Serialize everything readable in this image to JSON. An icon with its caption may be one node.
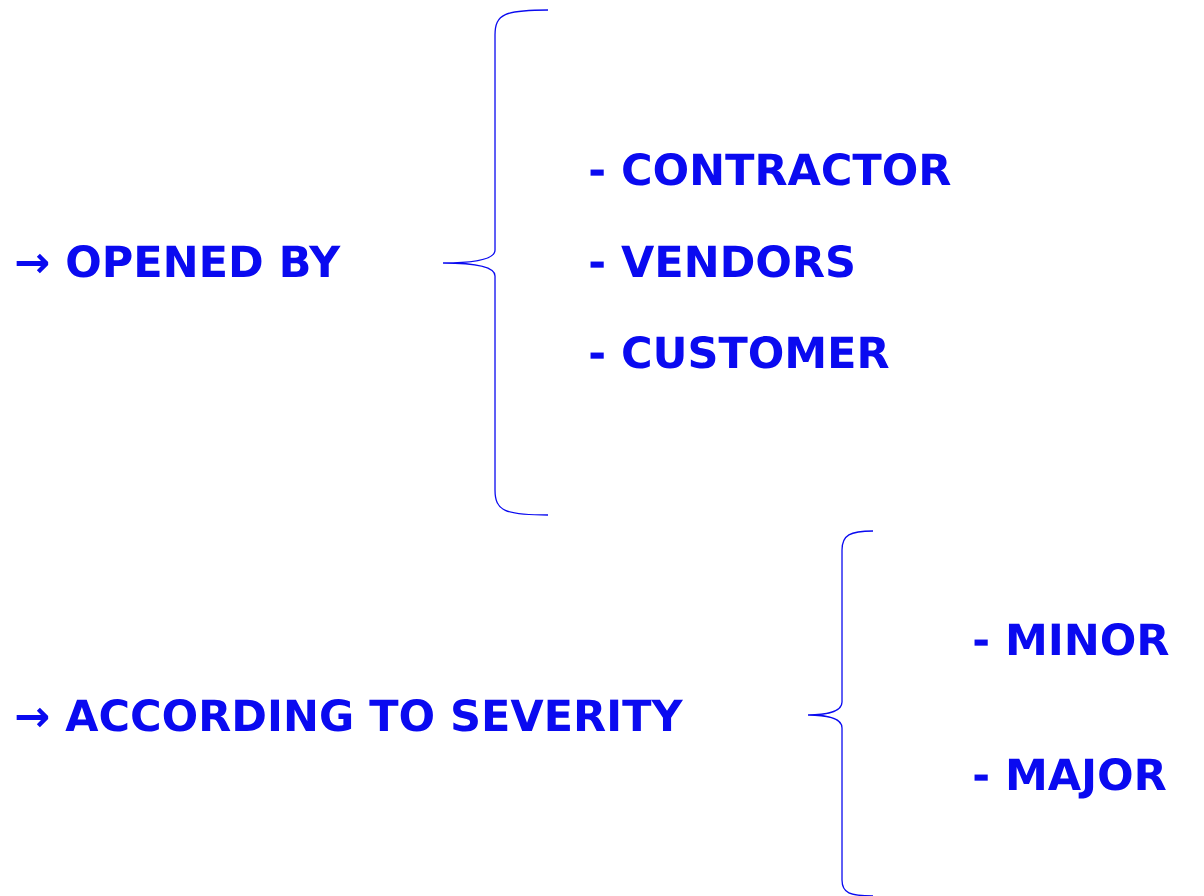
{
  "diagram": {
    "labels": [
      "→ OPENED BY",
      "- CONTRACTOR",
      "- VENDORS",
      "- CUSTOMER",
      "→ ACCORDING TO SEVERITY",
      "- MINOR",
      "- MAJOR"
    ]
  }
}
